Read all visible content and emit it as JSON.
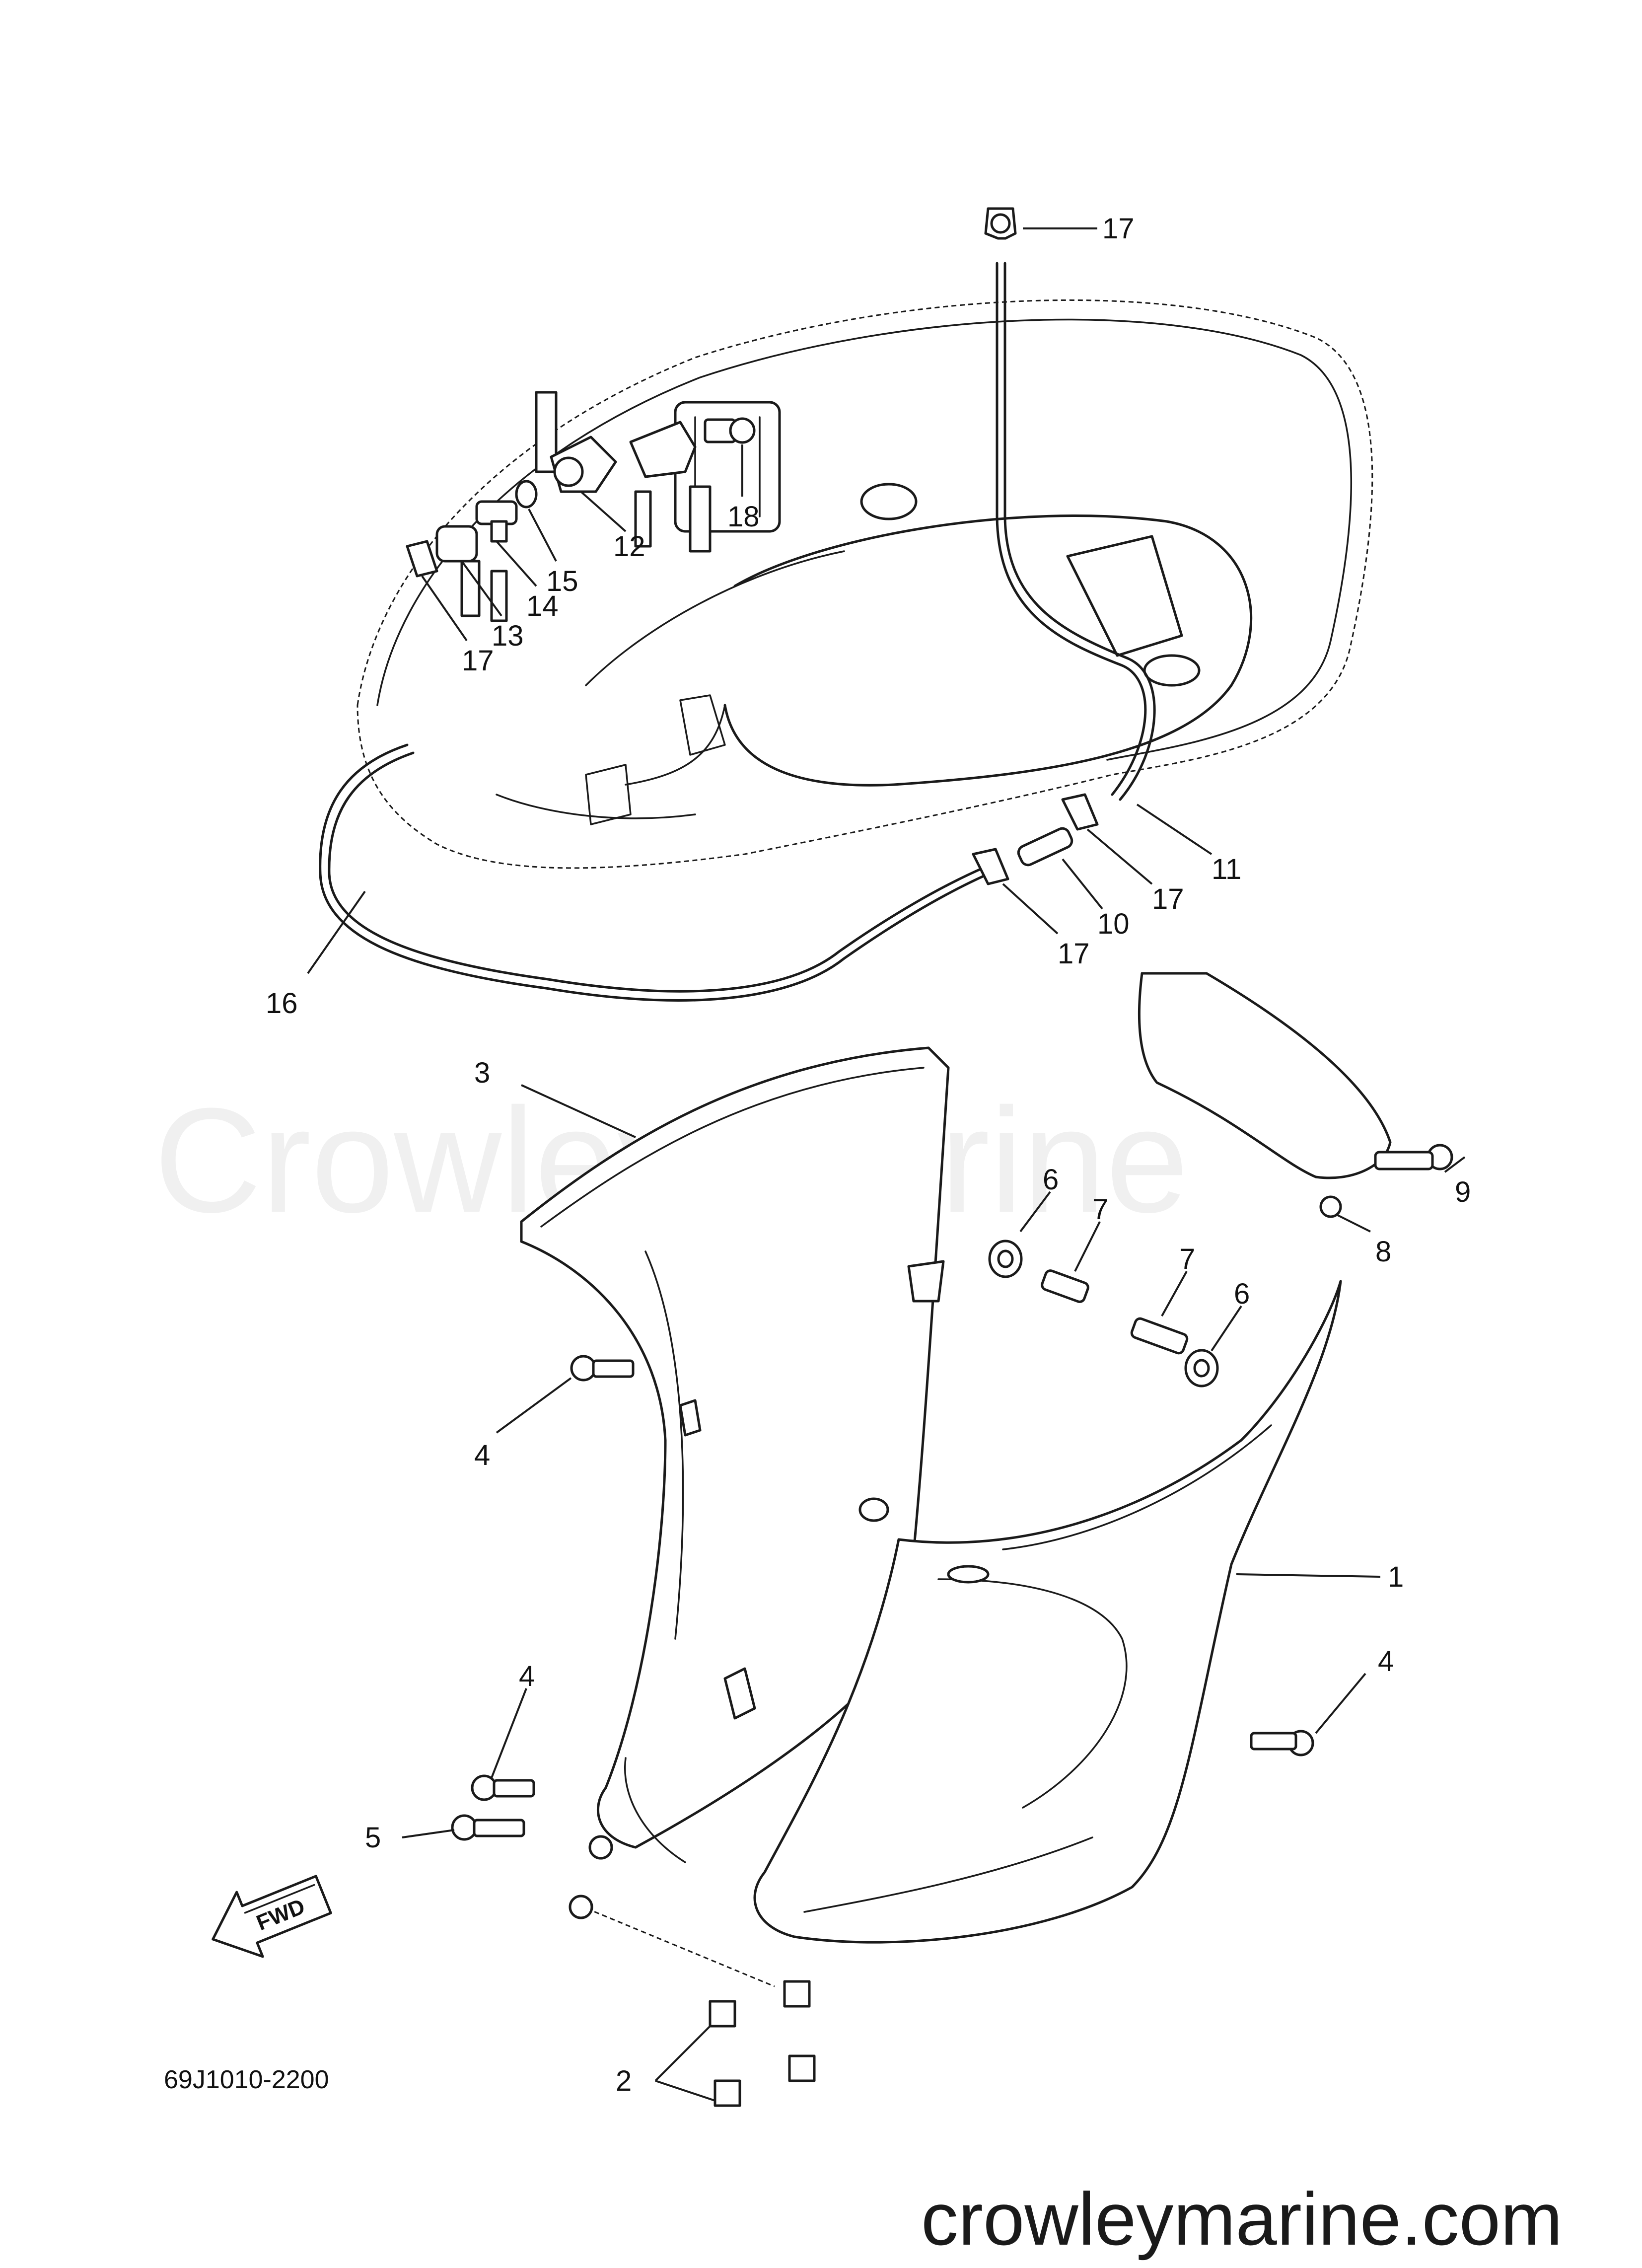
{
  "diagram": {
    "part_code": "69J1010-2200",
    "fwd_label": "FWD",
    "watermark": "Crowley Marine",
    "website": "crowleymarine.com"
  },
  "callouts": {
    "c1": "1",
    "c2": "2",
    "c3": "3",
    "c4a": "4",
    "c4b": "4",
    "c4c": "4",
    "c5": "5",
    "c6a": "6",
    "c6b": "6",
    "c7a": "7",
    "c7b": "7",
    "c8": "8",
    "c9": "9",
    "c10": "10",
    "c11": "11",
    "c12": "12",
    "c13": "13",
    "c14": "14",
    "c15": "15",
    "c16": "16",
    "c17a": "17",
    "c17b": "17",
    "c17c": "17",
    "c17d": "17",
    "c18": "18"
  }
}
